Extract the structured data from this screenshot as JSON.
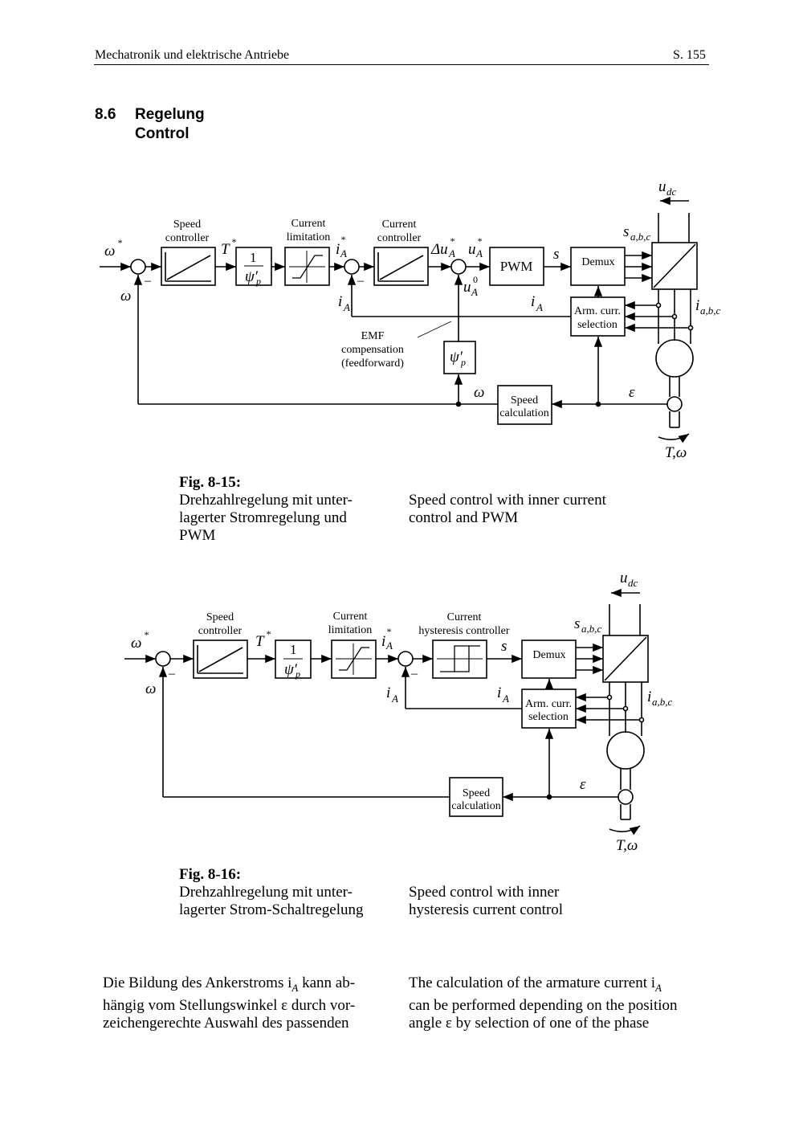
{
  "header": {
    "title": "Mechatronik und elektrische Antriebe",
    "page": "S. 155"
  },
  "section": {
    "number": "8.6",
    "title_de": "Regelung",
    "title_en": "Control"
  },
  "fig15": {
    "caption_label": "Fig. 8-15:",
    "caption_de": [
      "Drehzahlregelung mit unter-",
      "lagerter Stromregelung und",
      "PWM"
    ],
    "caption_en": [
      "Speed control with inner current",
      "control and PWM"
    ],
    "blocks": {
      "speed_controller": [
        "Speed",
        "controller"
      ],
      "current_limitation": [
        "Current",
        "limitation"
      ],
      "current_controller": [
        "Current",
        "controller"
      ],
      "pwm": "PWM",
      "demux": "Demux",
      "arm_curr": [
        "Arm. curr.",
        "selection"
      ],
      "speed_calc": [
        "Speed",
        "calculation"
      ],
      "emf": [
        "EMF",
        "compensation",
        "(feedforward)"
      ]
    }
  },
  "fig16": {
    "caption_label": "Fig. 8-16:",
    "caption_de": [
      "Drehzahlregelung mit unter-",
      "lagerter Strom-Schaltregelung"
    ],
    "caption_en": [
      "Speed control with inner",
      "hysteresis current control"
    ],
    "blocks": {
      "speed_controller": [
        "Speed",
        "controller"
      ],
      "current_limitation": [
        "Current",
        "limitation"
      ],
      "hysteresis_controller": [
        "Current",
        "hysteresis controller"
      ],
      "demux": "Demux",
      "arm_curr": [
        "Arm. curr.",
        "selection"
      ],
      "speed_calc": [
        "Speed",
        "calculation"
      ]
    }
  },
  "paragraph": {
    "de": [
      "Die Bildung des Ankerstroms i",
      "A",
      " kann ab-",
      "hängig vom Stellungswinkel ε durch vor-",
      "zeichengerechte Auswahl des passenden"
    ],
    "en": [
      "The calculation of the armature current i",
      "A",
      "can be performed depending on the position",
      "angle ε by selection of one of the phase"
    ]
  }
}
